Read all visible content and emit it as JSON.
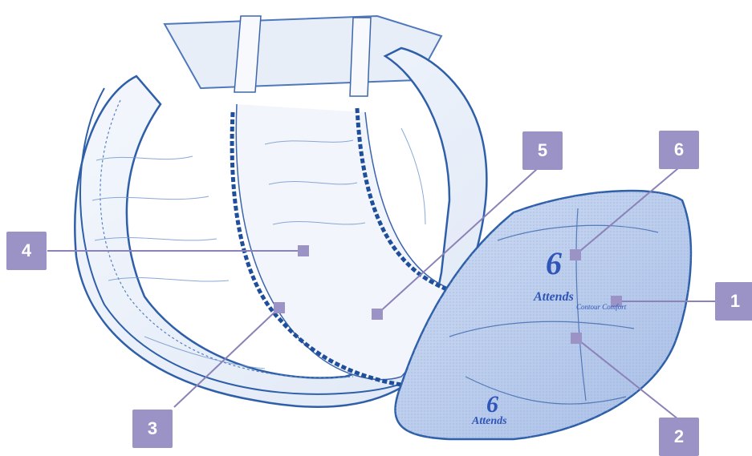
{
  "callouts": [
    {
      "number": "1"
    },
    {
      "number": "2"
    },
    {
      "number": "3"
    },
    {
      "number": "4"
    },
    {
      "number": "5"
    },
    {
      "number": "6"
    }
  ],
  "product_marks": {
    "size_number": "6",
    "brand": "Attends",
    "sub_brand": "Contour Comfort",
    "lower_size_number": "6",
    "lower_brand": "Attends"
  },
  "colors": {
    "callout_fill": "#9b93c5",
    "callout_line": "#8a82b8",
    "pad_outline": "#2e5fa8",
    "pad_fill": "#eef3fb",
    "brand_blue": "#2f55b8"
  }
}
